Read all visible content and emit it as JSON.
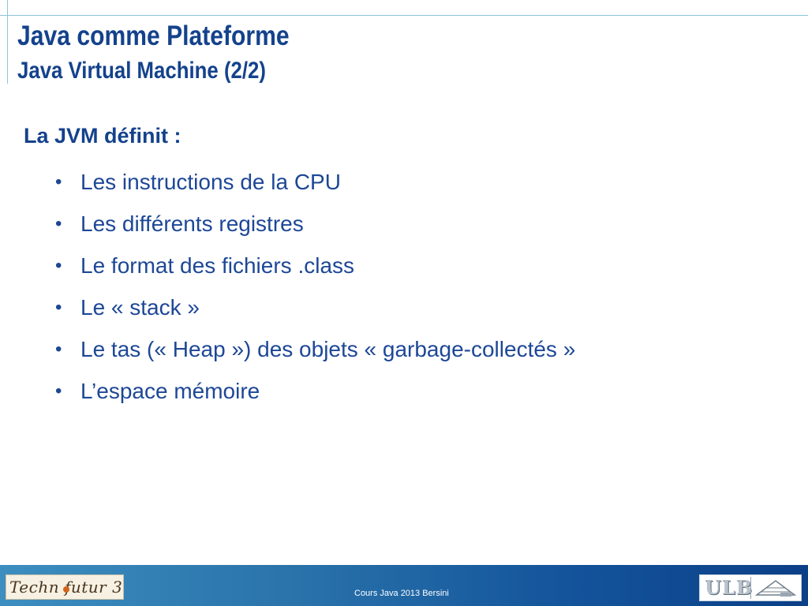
{
  "slide": {
    "title": "Java comme Plateforme",
    "subtitle": "Java Virtual Machine (2/2)"
  },
  "content": {
    "heading": "La JVM définit :",
    "bullet_symbol": "•",
    "bullets": [
      "Les instructions de la CPU",
      "Les différents registres",
      "Le format des fichiers .class",
      "Le « stack »",
      "Le tas (« Heap ») des objets « garbage-collectés »",
      "L’espace mémoire"
    ]
  },
  "footer": {
    "text": "Cours Java 2013 Bersini",
    "logo_left": {
      "icon": "technofutur3-logo",
      "text": "Techn futur 3"
    },
    "logo_right": {
      "icon": "ulb-logo",
      "text": "ULB"
    }
  },
  "colors": {
    "title": "#14428c",
    "body_text": "#1d4796",
    "footer_start": "#3d8ec0",
    "footer_end": "#0b3f87",
    "accent_lines": "#8cc5da"
  }
}
